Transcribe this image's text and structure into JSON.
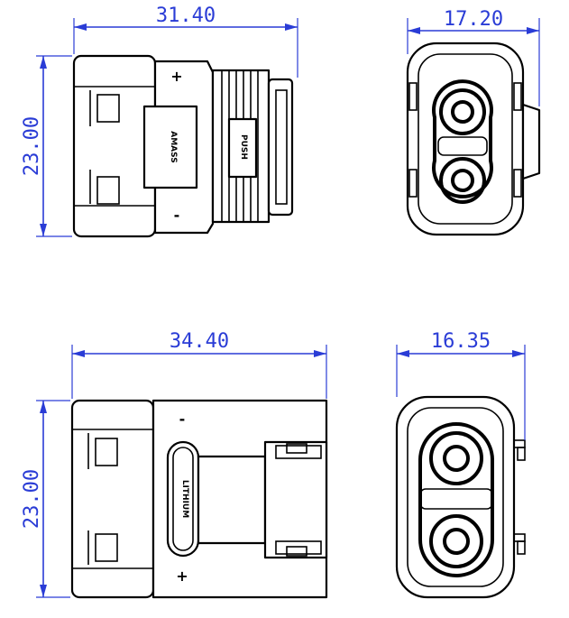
{
  "views": {
    "top_side": {
      "width_dim": "31.40",
      "height_dim": "23.00",
      "plus": "+",
      "minus": "-",
      "brand_mark": "AMASS",
      "push_mark": "PUSH"
    },
    "top_front": {
      "width_dim": "17.20"
    },
    "bottom_side": {
      "width_dim": "34.40",
      "height_dim": "23.00",
      "plus": "+",
      "minus": "-",
      "brand_mark": "LITHIUM"
    },
    "bottom_front": {
      "width_dim": "16.35"
    }
  },
  "colors": {
    "dimension": "#2a3cd6",
    "outline": "#000000"
  }
}
